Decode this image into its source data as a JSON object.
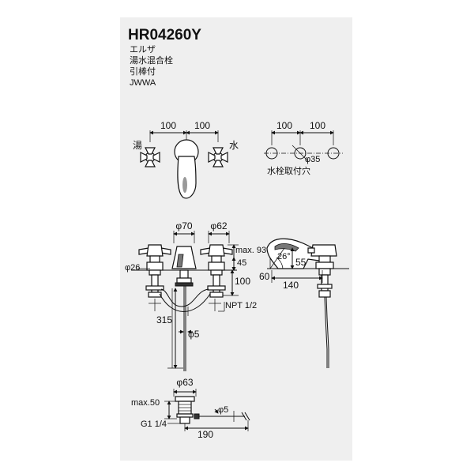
{
  "header": {
    "model": "HR04260Y",
    "lines": [
      "エルザ",
      "湯水混合栓",
      "引棒付",
      "JWWA"
    ]
  },
  "top_view": {
    "dim_left": "100",
    "dim_right": "100",
    "label_hot": "湯",
    "label_cold": "水"
  },
  "hole_view": {
    "dim_left": "100",
    "dim_right": "100",
    "hole_dia": "φ35",
    "caption": "水栓取付穴"
  },
  "front_view": {
    "spout_dia": "φ70",
    "handle_dia": "φ62",
    "max_height": "max. 93",
    "dim_45": "45",
    "dim_100": "100",
    "shank_dia": "φ26",
    "thread": "NPT 1/2",
    "rod_len": "315",
    "rod_dia": "φ5"
  },
  "side_view": {
    "angle": "26°",
    "dim_55": "55",
    "dim_60": "60",
    "dim_140": "140"
  },
  "drain_view": {
    "dia": "φ63",
    "max_depth": "max.50",
    "thread": "G1 1/4",
    "rod_dia": "φ5",
    "rod_len": "190"
  }
}
